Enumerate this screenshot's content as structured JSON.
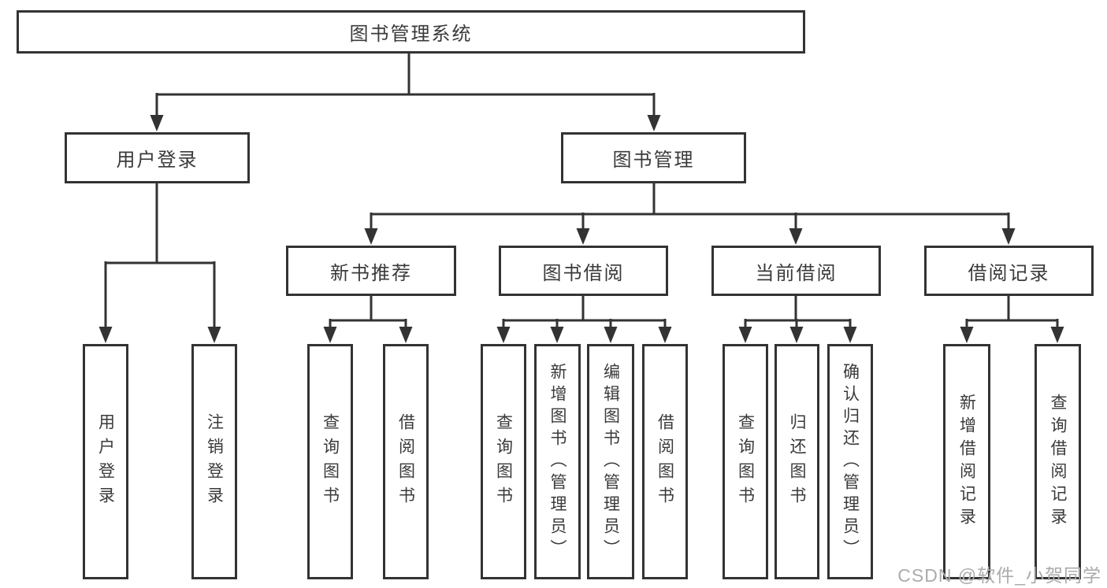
{
  "tree": {
    "root": {
      "label": "图书管理系统"
    },
    "branches": [
      {
        "label": "用户登录",
        "leaves": [
          "用户登录",
          "注销登录"
        ]
      },
      {
        "label": "图书管理",
        "sections": [
          {
            "label": "新书推荐",
            "leaves": [
              "查询图书",
              "借阅图书"
            ]
          },
          {
            "label": "图书借阅",
            "leaves": [
              "查询图书",
              "新增图书（管理员）",
              "编辑图书（管理员）",
              "借阅图书"
            ]
          },
          {
            "label": "当前借阅",
            "leaves": [
              "查询图书",
              "归还图书",
              "确认归还（管理员）"
            ]
          },
          {
            "label": "借阅记录",
            "leaves": [
              "新增借阅记录",
              "查询借阅记录"
            ]
          }
        ]
      }
    ]
  },
  "watermark": {
    "text": "CSDN @软件_小贺同学"
  },
  "colors": {
    "line": "#333333",
    "text": "#3a3a3a",
    "watermark": "#ababab",
    "background": "#ffffff"
  }
}
